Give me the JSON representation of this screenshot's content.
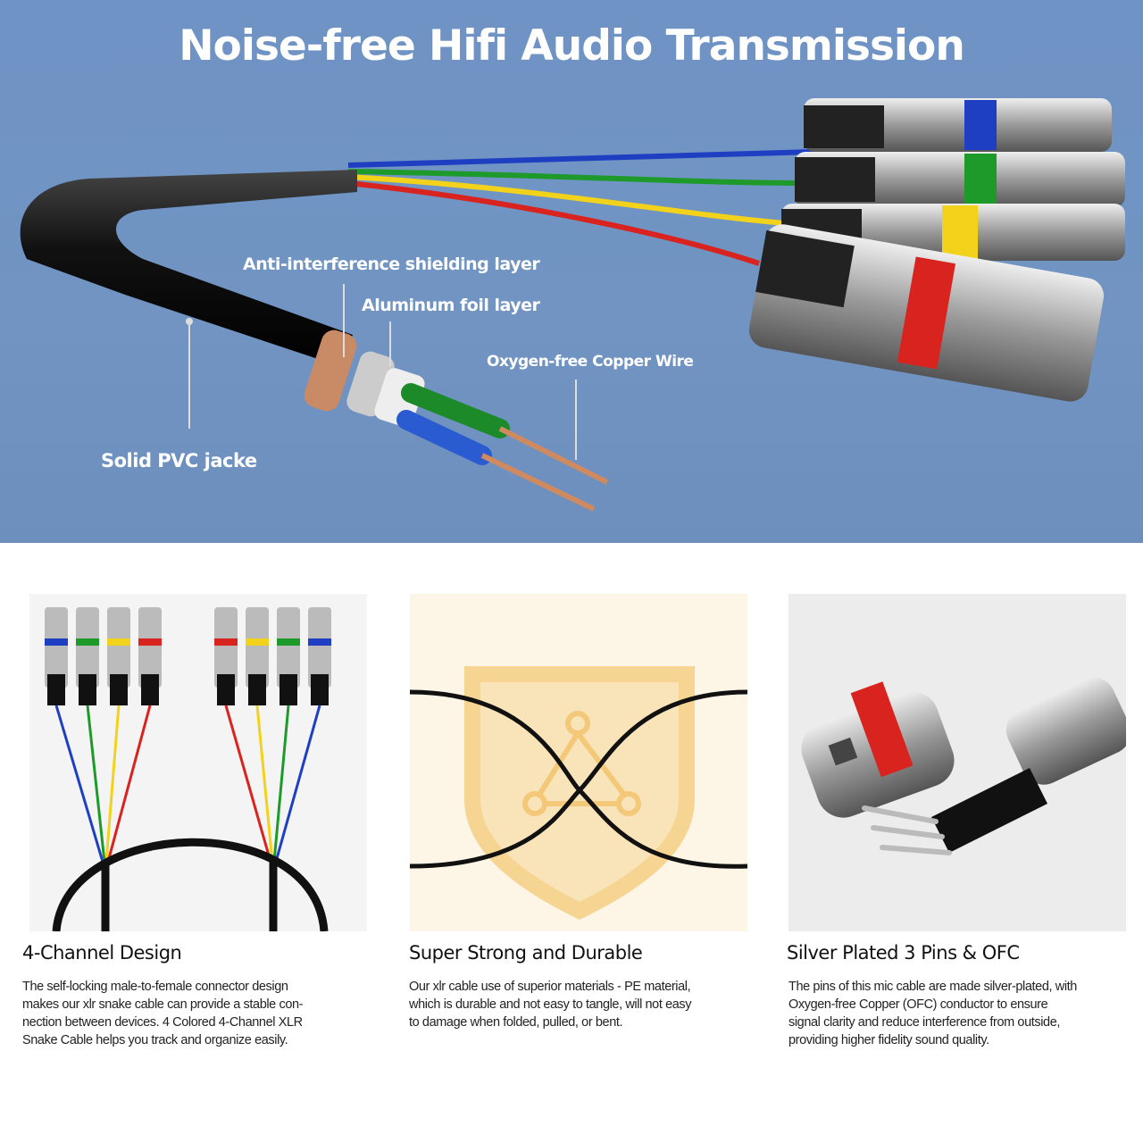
{
  "hero": {
    "title": "Noise-free Hifi Audio Transmission",
    "labels": {
      "shielding": "Anti-interference shielding layer",
      "foil": "Aluminum foil layer",
      "copper": "Oxygen-free Copper Wire",
      "jacket": "Solid PVC jacke"
    },
    "channel_colors": [
      "#1f3fc2",
      "#1d9a2a",
      "#f2d21a",
      "#d8231f"
    ]
  },
  "features": [
    {
      "title": "4-Channel Design",
      "lines": [
        "The self-locking male-to-female connector design",
        "makes our xlr snake cable can provide a stable con-",
        "nection between devices. 4 Colored 4-Channel XLR",
        "Snake Cable helps you track and organize easily."
      ]
    },
    {
      "title": "Super Strong and Durable",
      "lines": [
        "Our xlr cable use of superior materials - PE material,",
        "which is durable and not easy to tangle, will not easy",
        "to damage when folded, pulled, or bent."
      ]
    },
    {
      "title": "Silver Plated 3 Pins & OFC",
      "lines": [
        "The pins of this mic cable are made silver-plated, with",
        "Oxygen-free Copper (OFC) conductor to ensure",
        "signal clarity and reduce interference from outside,",
        "providing higher fidelity sound quality."
      ]
    }
  ]
}
